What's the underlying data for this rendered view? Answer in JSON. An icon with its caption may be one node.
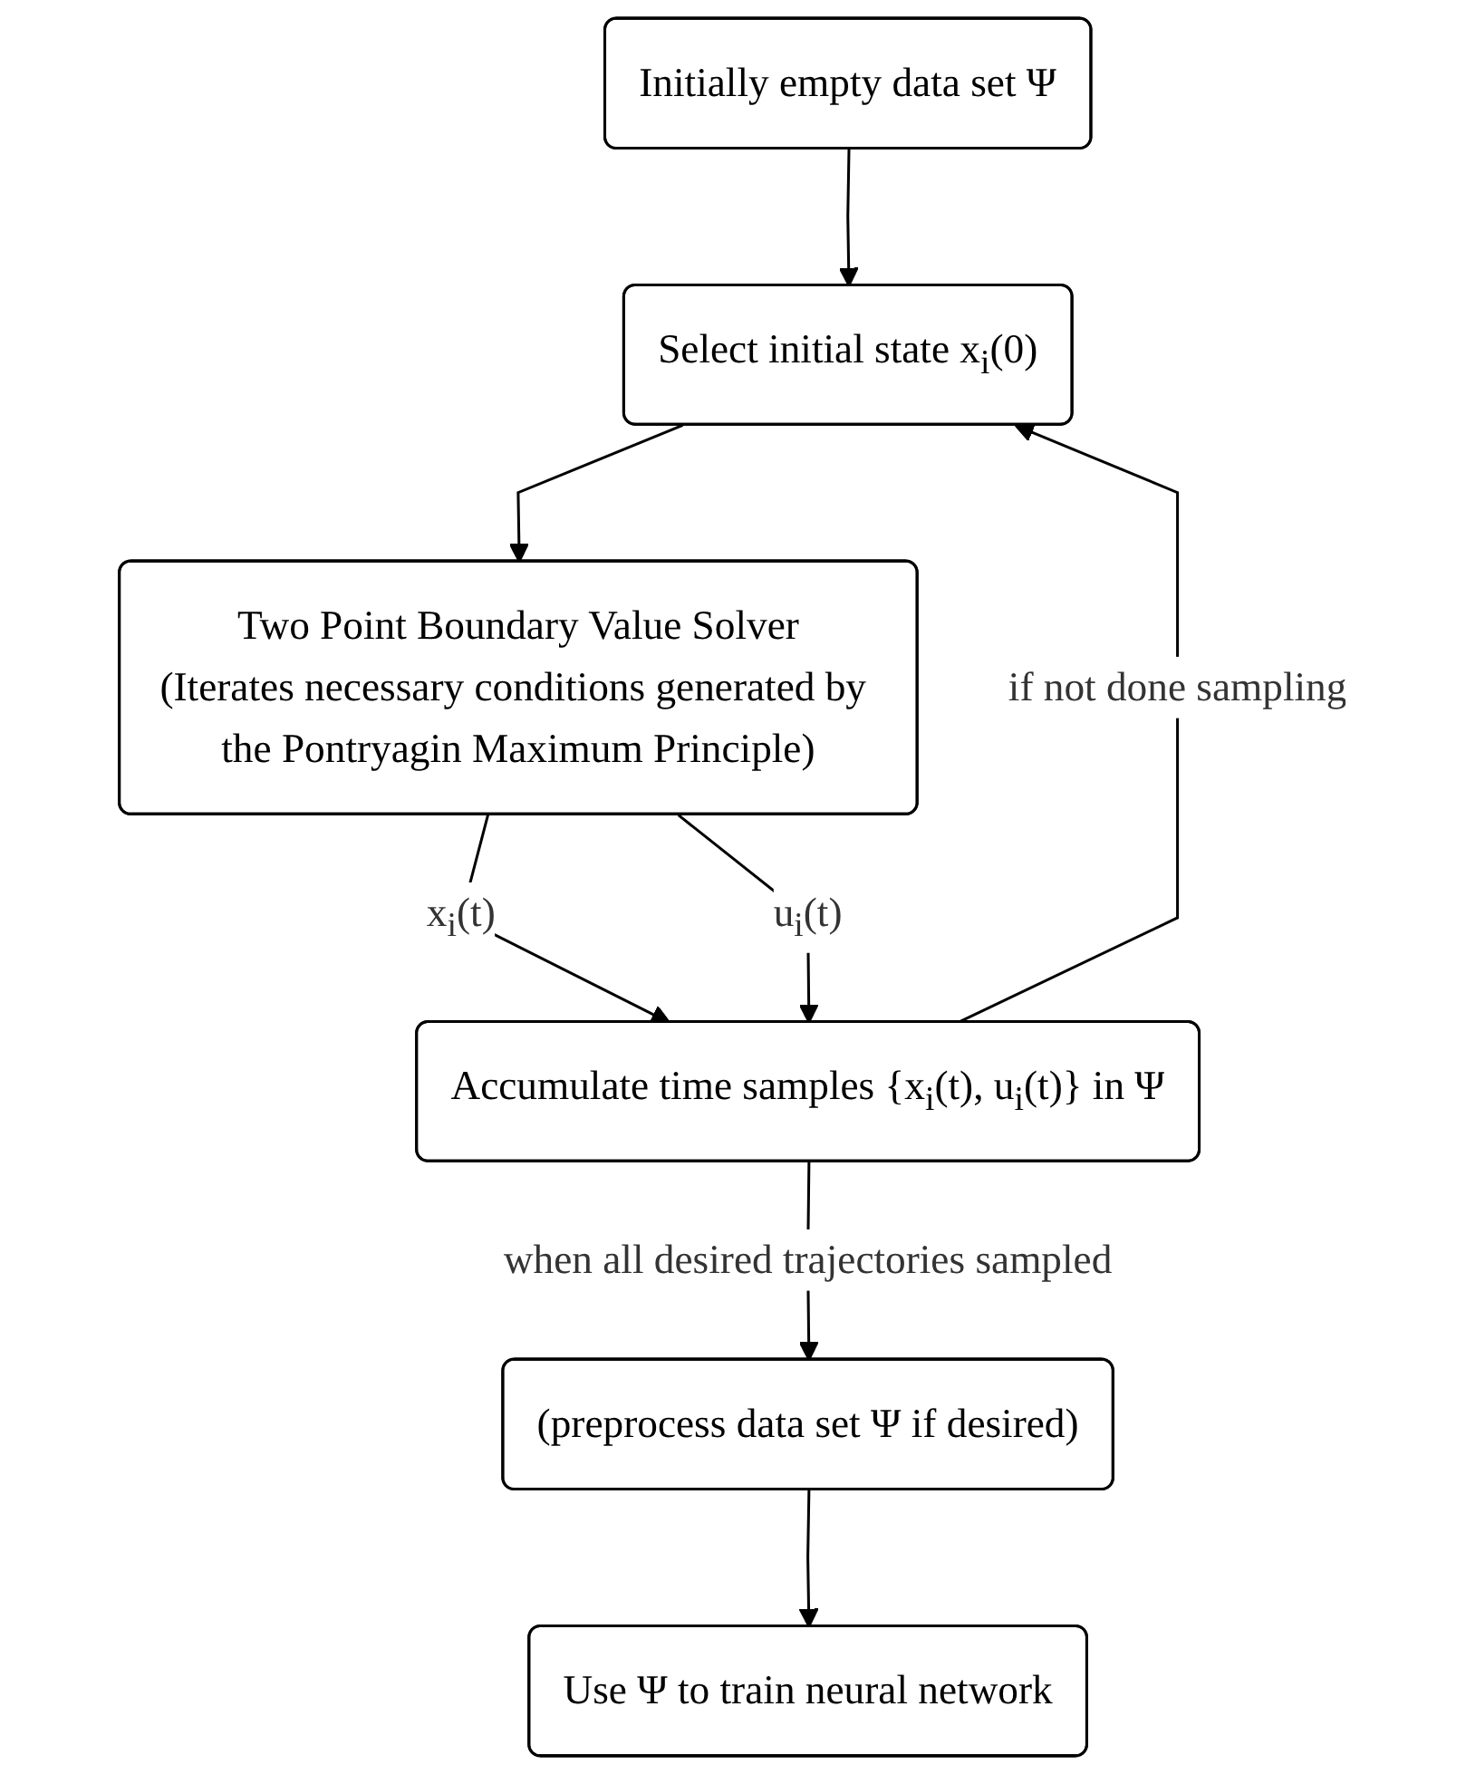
{
  "diagram": {
    "nodes": [
      {
        "text": [
          "Initially empty data set Ψ"
        ]
      },
      {
        "text": [
          "Select initial state x$_{i}$(0)"
        ]
      },
      {
        "text": [
          "Two Point Boundary Value Solver",
          "(Iterates necessary conditions generated by the Pontryagin Maximum Principle)"
        ]
      },
      {
        "text": [
          "Accumulate time samples {x$_{i}$(t), u$_{i}$(t)} in Ψ"
        ]
      },
      {
        "text": [
          "(preprocess data set Ψ if desired)"
        ]
      },
      {
        "text": [
          "Use Ψ to train neural network"
        ]
      }
    ],
    "edges": [
      {
        "from": 0,
        "to": 1,
        "arrow": "to"
      },
      {
        "from": 1,
        "to": 2,
        "arrow": "to"
      },
      {
        "from": 2,
        "to": 3,
        "arrow": "to",
        "label": "x$_{i}$(t)"
      },
      {
        "from": 2,
        "to": 3,
        "arrow": "to",
        "label": "u$_{i}$(t)"
      },
      {
        "from": 3,
        "to": 1,
        "arrow": "to",
        "label": "if not done sampling"
      },
      {
        "from": 3,
        "to": 4,
        "arrow": "to",
        "label": "when all desired trajectories sampled"
      },
      {
        "from": 4,
        "to": 5,
        "arrow": "to"
      }
    ]
  }
}
